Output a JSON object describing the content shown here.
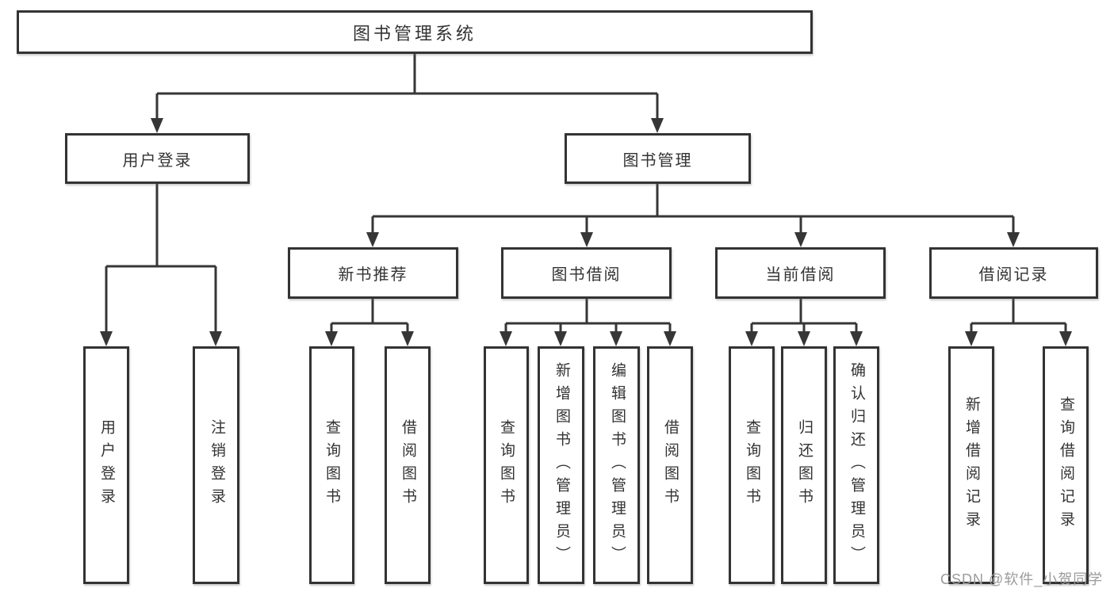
{
  "tree": {
    "root": "图书管理系统",
    "branches": [
      {
        "label": "用户登录",
        "children": [
          "用户登录",
          "注销登录"
        ]
      },
      {
        "label": "图书管理",
        "sections": [
          {
            "label": "新书推荐",
            "children": [
              "查询图书",
              "借阅图书"
            ]
          },
          {
            "label": "图书借阅",
            "children": [
              "查询图书",
              "新增图书（管理员）",
              "编辑图书（管理员）",
              "借阅图书"
            ]
          },
          {
            "label": "当前借阅",
            "children": [
              "查询图书",
              "归还图书",
              "确认归还（管理员）"
            ]
          },
          {
            "label": "借阅记录",
            "children": [
              "新增借阅记录",
              "查询借阅记录"
            ]
          }
        ]
      }
    ]
  },
  "style": {
    "line_color": "#363636",
    "border_color": "#333333",
    "watermark_color": "#9b9b9b"
  },
  "watermark": "CSDN @软件_小贺同学"
}
